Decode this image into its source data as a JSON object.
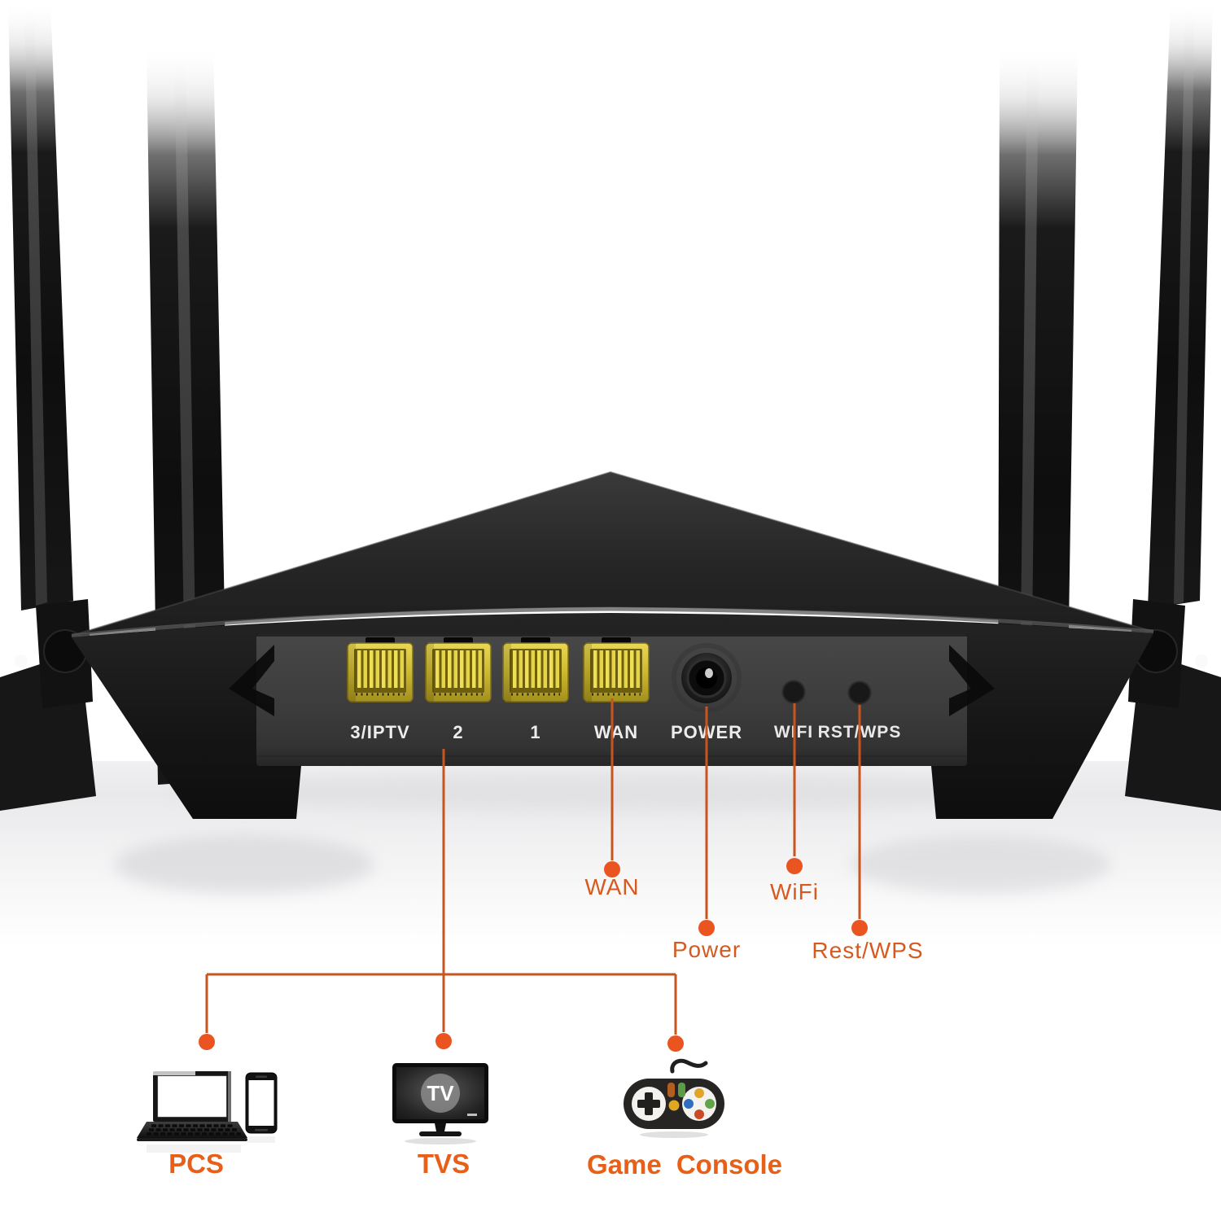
{
  "scene": {
    "description": "Rear view of a black four-antenna wireless router with orange callout lines mapping ports to labels and connected devices"
  },
  "router": {
    "port_labels": [
      "3/IPTV",
      "2",
      "1",
      "WAN",
      "POWER",
      "WIFI",
      "RST/WPS"
    ]
  },
  "callouts": {
    "wan": "WAN",
    "power": "Power",
    "wifi": "WiFi",
    "rst_wps": "Rest/WPS"
  },
  "devices": {
    "pcs": {
      "label": "PCS"
    },
    "tvs": {
      "label": "TVS",
      "screen_text": "TV"
    },
    "game_console": {
      "label": "Game Console"
    }
  },
  "colors": {
    "accent_orange_text": "#E85F17",
    "callout_text_orange": "#D65A20",
    "line_orange": "#C8551F",
    "dot_orange": "#EA5420",
    "port_yellow": "#D6C22E",
    "panel_gray": "#3E3D3D",
    "body_black": "#161616"
  }
}
